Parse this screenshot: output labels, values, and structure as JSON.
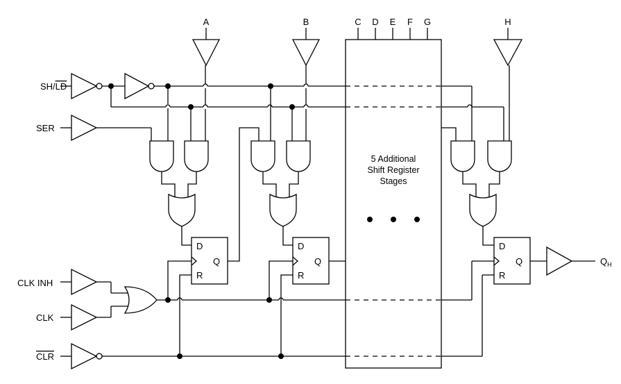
{
  "inputs": {
    "sh_ld_prefix": "SH/",
    "sh_ld_bar": "LD",
    "ser": "SER",
    "clk_inh": "CLK INH",
    "clk": "CLK",
    "clr": "CLR"
  },
  "outputs": {
    "a": "A",
    "b": "B",
    "c": "C",
    "d": "D",
    "e": "E",
    "f": "F",
    "g": "G",
    "h": "H",
    "qh_main": "Q",
    "qh_sub": "H"
  },
  "flipflop": {
    "d_pin": "D",
    "q_pin": "Q",
    "r_pin": "R"
  },
  "block": {
    "line1": "5 Additional",
    "line2": "Shift Register",
    "line3": "Stages"
  }
}
